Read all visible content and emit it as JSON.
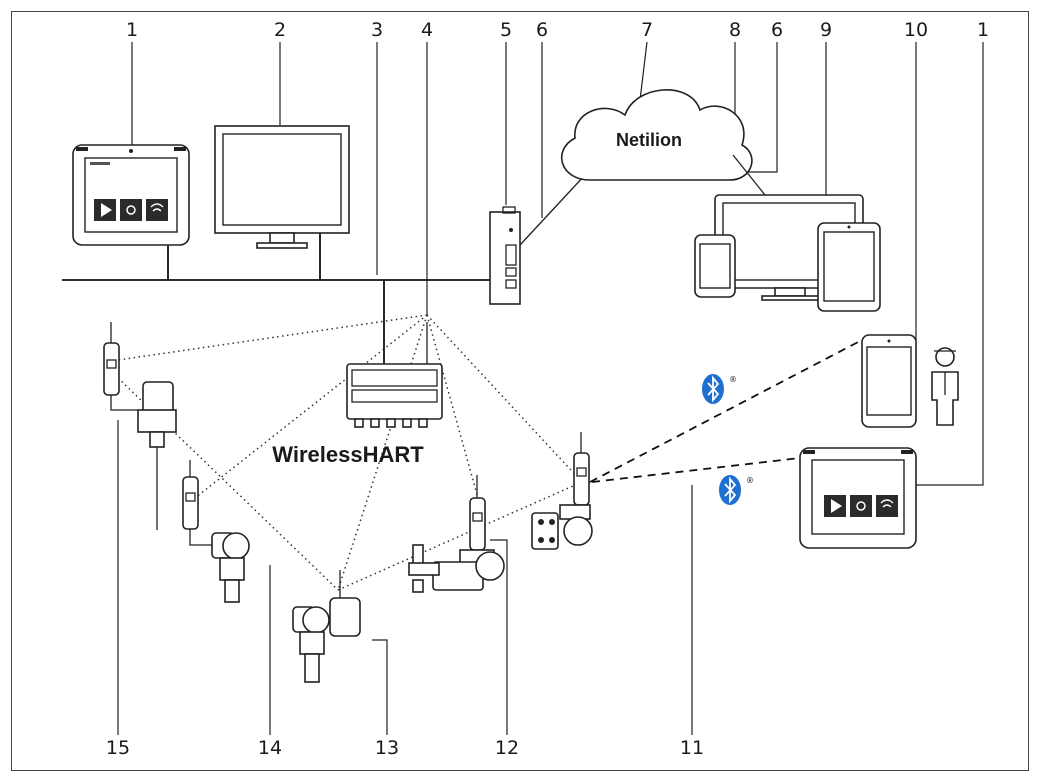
{
  "callouts": {
    "c1a": "1",
    "c2": "2",
    "c3": "3",
    "c4": "4",
    "c5": "5",
    "c6a": "6",
    "c7": "7",
    "c8": "8",
    "c6b": "6",
    "c9": "9",
    "c10": "10",
    "c1b": "1",
    "c15": "15",
    "c14": "14",
    "c13": "13",
    "c12": "12",
    "c11": "11"
  },
  "labels": {
    "cloud": "Netilion",
    "network": "WirelessHART"
  },
  "icons": {
    "bluetooth": "bluetooth-icon",
    "play": "play-icon",
    "settings": "settings-icon",
    "wireless": "wireless-icon"
  },
  "colors": {
    "bluetooth": "#1f6fd1",
    "line": "#222222"
  }
}
